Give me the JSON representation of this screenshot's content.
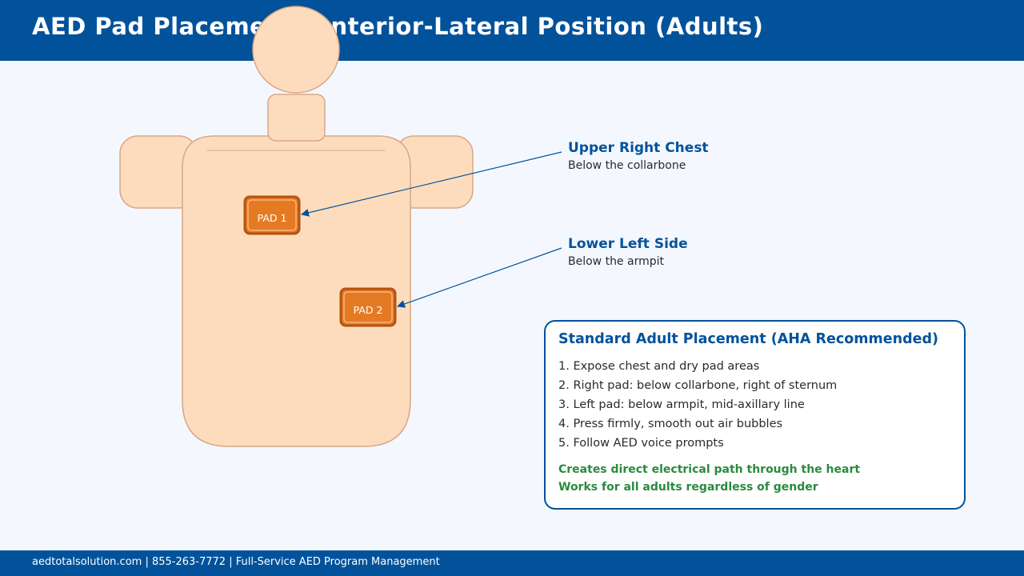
{
  "header": {
    "title": "AED Pad Placement: Anterior-Lateral Position (Adults)"
  },
  "pads": [
    {
      "label": "PAD 1"
    },
    {
      "label": "PAD 2"
    }
  ],
  "callouts": [
    {
      "title": "Upper Right Chest",
      "subtitle": "Below the collarbone"
    },
    {
      "title": "Lower Left Side",
      "subtitle": "Below the armpit"
    }
  ],
  "info_box": {
    "title": "Standard Adult Placement (AHA Recommended)",
    "steps": [
      "1. Expose chest and dry pad areas",
      "2. Right pad: below collarbone, right of sternum",
      "3. Left pad: below armpit, mid-axillary line",
      "4. Press firmly, smooth out air bubbles",
      "5. Follow AED voice prompts"
    ],
    "benefits": [
      "Creates direct electrical path through the heart",
      "Works for all adults regardless of gender"
    ]
  },
  "footer": {
    "text": "aedtotalsolution.com  |  855-263-7772  |  Full-Service AED Program Management"
  },
  "colors": {
    "brand_blue": "#02529b",
    "skin": "#fddcbd",
    "skin_outline": "#d9a787",
    "pad_fill": "#e67a23",
    "pad_border": "#b5520f",
    "benefit_green": "#2a8a3e"
  }
}
